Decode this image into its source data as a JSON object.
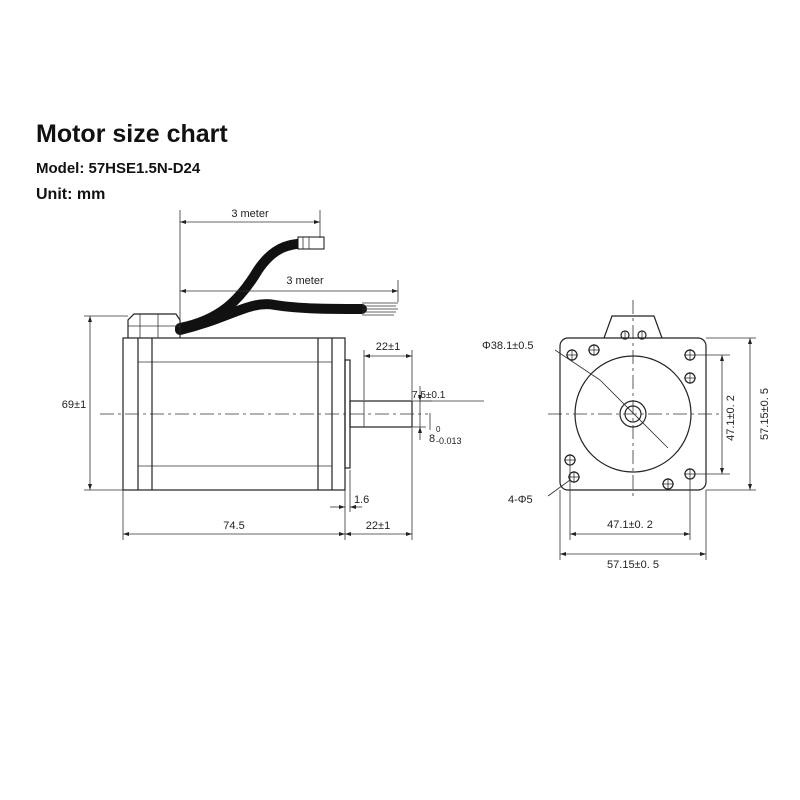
{
  "header": {
    "title": "Motor size chart",
    "model": "Model: 57HSE1.5N-D24",
    "unit": "Unit: mm"
  },
  "side_view": {
    "cable_length_1": "3 meter",
    "cable_length_2": "3 meter",
    "height": "69±1",
    "body_length": "74.5",
    "shaft_length_top": "22±1",
    "shaft_length_bottom": "22±1",
    "flat_depth": "7.5±0.1",
    "shaft_diameter": "8",
    "shaft_tol_upper": "0",
    "shaft_tol_lower": "-0.013",
    "boss_height": "1.6"
  },
  "front_view": {
    "boss_diameter": "Φ38.1±0.5",
    "hole_spacing_v": "47.1±0. 2",
    "outer_v": "57.15±0. 5",
    "hole_spacing_h": "47.1±0. 2",
    "outer_h": "57.15±0. 5",
    "mount_holes": "4-Φ5"
  },
  "colors": {
    "line": "#222222",
    "cable": "#111111",
    "text": "#111111"
  }
}
